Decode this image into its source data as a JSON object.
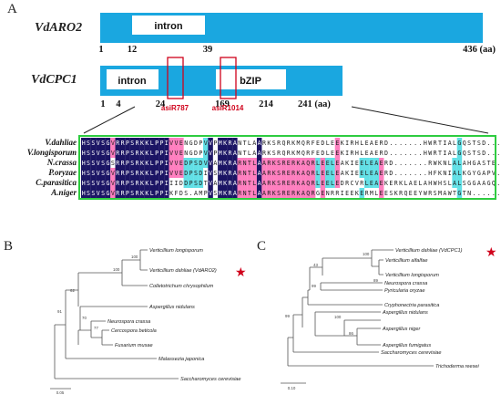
{
  "panel_labels": {
    "a": "A",
    "b": "B",
    "c": "C"
  },
  "colors": {
    "bar": "#1aa7e0",
    "border_green": "#2ecc40",
    "red": "#d0021b",
    "dark_aa": "#1b1464",
    "cyan_aa": "#62e0e6",
    "pink_aa": "#ff7fbf"
  },
  "vdaro2": {
    "name": "VdARO2",
    "intron": "intron",
    "positions": [
      "1",
      "12",
      "39",
      "436 (aa)"
    ]
  },
  "vdcpc1": {
    "name": "VdCPC1",
    "intron": "intron",
    "domain": "bZIP",
    "positions": [
      "1",
      "4",
      "24",
      "169",
      "214",
      "241 (aa)"
    ],
    "sirnas": [
      "asiR787",
      "asiR1014"
    ]
  },
  "alignment": {
    "species": [
      "V.dahliae",
      "V.longisporum",
      "N.crassa",
      "P.oryzae",
      "C.parasitica",
      "A.niger"
    ],
    "sequences": [
      "HSSVSGVRRPSRKKLPPIVVENGDPVVPMKRANTLAARKSRQRKMQRFEDLEEKIRHLEAERD.......HWRTIALGQSTSD.",
      "HSSVSGVRRPSRKKLPPIVVENGDPVVPMKRANTLAARKSRQRKMQRFEDLEEKIRHLEAERD.......HWRTIALGQSTSD.",
      "HSSVSGSRRPSRKKLPPIVVEDPSDVVAMKRARNTLAARKSRERKAQRLEELEAKIEELEAERD.......RWKNLALAHGASTE",
      "HSSVSGVRRPSRKKLPPIVVEDPSDIVSMKRARNTLAARKSRERKAQRLEELEAKIEELEAERD.......HFKNIALKGYGAPV.",
      "HSSVSGVRRPSRKKLPPIIIDDPSDTVAMKRARNTLAARKSRERKAQRLEELEDRCVRLEAEKERKLAELAHWHSLALSGGAAGQ",
      "HSSVSGVRRPSRKKLPPIKFDS.AMPVSMKRARNTLAARKSRERKAQRGENRRIEEKERMLEESKRQEEYWRSMAWTGTN..."
    ]
  },
  "tree_b": {
    "leaves": [
      "Verticillium longisporum",
      "Verticillium dahliae (VdARO2)",
      "Colletotrichum chrysophilum",
      "Aspergillus nidulans",
      "Neurospora crassa",
      "Cercospora beticola",
      "Fusarium musae",
      "Malassezia japonica",
      "Saccharomyces cerevisiae"
    ],
    "bootstrap": [
      "100",
      "100",
      "62",
      "91",
      "70",
      "77"
    ],
    "scale": "0.05"
  },
  "tree_c": {
    "leaves": [
      "Verticillium dahliae (VdCPC1)",
      "Verticillium alfalfae",
      "Verticillium longisporum",
      "Neurospora crassa",
      "Pyricularia oryzae",
      "Cryphonectria parasitica",
      "Aspergillus nidulans",
      "Aspergillus niger",
      "Aspergillus fumigatus",
      "Saccharomyces cerevisiae",
      "Trichoderma reesei"
    ],
    "bootstrap": [
      "100",
      "43",
      "89",
      "99",
      "99",
      "100",
      "86"
    ],
    "scale": "0.10"
  }
}
